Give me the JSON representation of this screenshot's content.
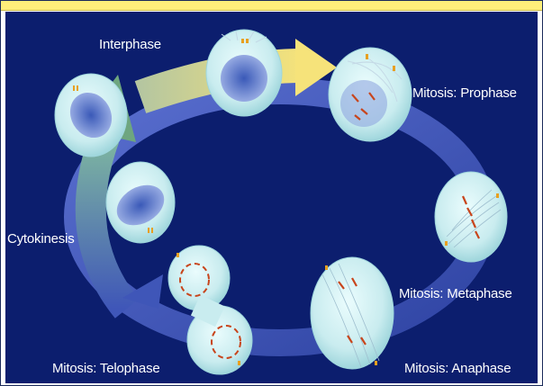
{
  "diagram": {
    "labels": {
      "interphase": "Interphase",
      "prophase": "Mitosis: Prophase",
      "metaphase": "Mitosis: Metaphase",
      "anaphase": "Mitosis: Anaphase",
      "telophase": "Mitosis: Telophase",
      "cytokinesis": "Cytokinesis"
    },
    "colors": {
      "background": "#0c1e6e",
      "top_bar": "#ffef7a",
      "interphase_arrow": "#f2e27a",
      "mitosis_ring": "#3f56b8",
      "cytokinesis_arrow": "#a9c78a",
      "cell_fill": "#d6f1f3",
      "nucleus": "#6a86cf",
      "chromosome": "#c8451c",
      "centrosome": "#e8a020"
    }
  }
}
